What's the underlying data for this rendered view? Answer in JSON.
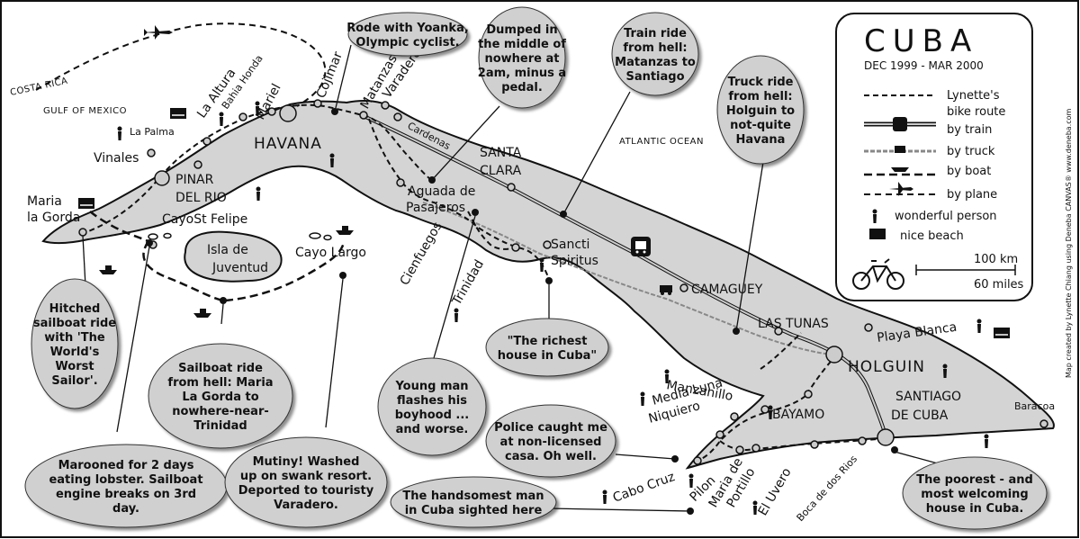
{
  "legend": {
    "title": "CUBA",
    "dates": "DEC 1999 - MAR 2000",
    "items": [
      "Lynette's bike route",
      "by train",
      "by truck",
      "by boat",
      "by plane",
      "wonderful person",
      "nice beach"
    ],
    "scale_km": "100 km",
    "scale_miles": "60 miles"
  },
  "credit": "Map created by Lynette Chiang using Deneba CANVAS® www.deneba.com",
  "seas": {
    "costa_rica": "COSTA RICA",
    "gulf": "GULF OF MEXICO",
    "atlantic": "ATLANTIC OCEAN"
  },
  "places": {
    "la_altura": "La Altura",
    "bahia_honda": "Bahia Honda",
    "mariel": "Mariel",
    "cojimar": "Cojimar",
    "matanzas": "Matanzas",
    "varadero": "Varadero",
    "havana": "HAVANA",
    "la_palma": "La Palma",
    "vinales": "Vinales",
    "pinar_1": "PINAR",
    "pinar_2": "DEL RIO",
    "maria_gorda_1": "Maria",
    "maria_gorda_2": "la Gorda",
    "cayo_felipe": "CayoSt Felipe",
    "isla_1": "Isla de",
    "isla_2": "Juventud",
    "cayo_largo": "Cayo Largo",
    "cardenas": "Cardenas",
    "santa_clara_1": "SANTA",
    "santa_clara_2": "CLARA",
    "aguada_1": "Aguada de",
    "aguada_2": "Pasajeros",
    "cienfuegos": "Cienfuegos",
    "trinidad": "Trinidad",
    "sancti_1": "Sancti",
    "sancti_2": "Spiritus",
    "camaguey": "CAMAGUEY",
    "las_tunas": "LAS TUNAS",
    "playa_blanca": "Playa Blanca",
    "holguin": "HOLGUIN",
    "santiago_1": "SANTIAGO",
    "santiago_2": "DE CUBA",
    "baracoa": "Baracoa",
    "bayamo": "BAYAMO",
    "manzanillo": "Manzanillo",
    "media_luna": "Media Luna",
    "niquiero": "Niquiero",
    "cabo_cruz": "Cabo Cruz",
    "pilon": "Pilon",
    "maria_portillo_1": "Maria de",
    "maria_portillo_2": "Portillo",
    "el_uvero": "El Uvero",
    "boca_rios": "Boca de dos Rios"
  },
  "bubbles": {
    "yoanka": [
      "Rode with Yoanka,",
      "Olympic cyclist."
    ],
    "dumped": [
      "Dumped in",
      "the middle of",
      "nowhere at",
      "2am, minus a",
      "pedal."
    ],
    "train": [
      "Train ride",
      "from hell:",
      "Matanzas to",
      "Santiago"
    ],
    "truck": [
      "Truck ride",
      "from hell:",
      "Holguin to",
      "not-quite",
      "Havana"
    ],
    "hitched": [
      "Hitched",
      "sailboat ride",
      "with 'The",
      "World's",
      "Worst",
      "Sailor'."
    ],
    "sailboat": [
      "Sailboat ride",
      "from hell: Maria",
      "La Gorda to",
      "nowhere-near-",
      "Trinidad"
    ],
    "marooned": [
      "Marooned for 2 days",
      "eating lobster. Sailboat",
      "engine breaks on 3rd",
      "day."
    ],
    "mutiny": [
      "Mutiny! Washed",
      "up on swank resort.",
      "Deported to touristy",
      "Varadero."
    ],
    "richest": [
      "\"The richest",
      "house in Cuba\""
    ],
    "young_man": [
      "Young man",
      "flashes his",
      "boyhood ...",
      "and worse."
    ],
    "police": [
      "Police caught me",
      "at non-licensed",
      "casa. Oh well."
    ],
    "handsomest": [
      "The handsomest man",
      "in Cuba sighted here"
    ],
    "poorest": [
      "The poorest - and",
      "most welcoming",
      "house in Cuba."
    ]
  }
}
